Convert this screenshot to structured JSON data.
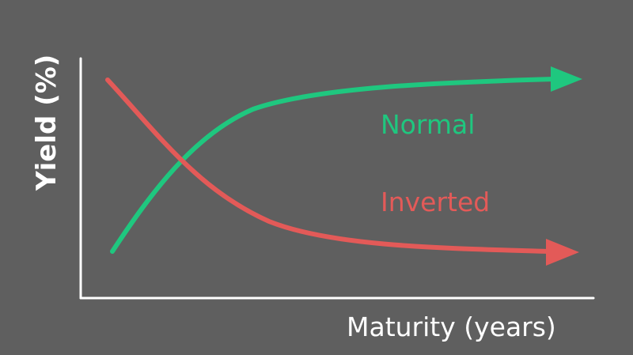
{
  "diagram": {
    "y_axis_label": "Yield (%)",
    "x_axis_label": "Maturity (years)",
    "curves": [
      {
        "name": "Normal",
        "color": "#1fc77f"
      },
      {
        "name": "Inverted",
        "color": "#e35a58"
      }
    ],
    "axis_color": "#ffffff",
    "background": "#5f5f5f"
  }
}
